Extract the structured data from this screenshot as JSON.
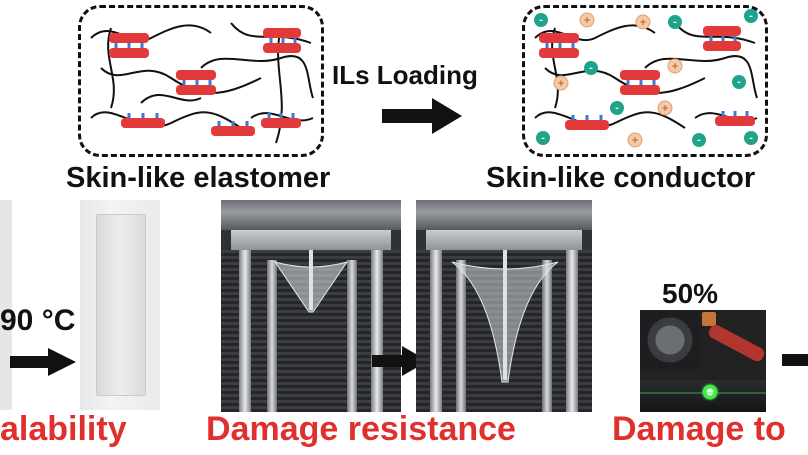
{
  "top": {
    "left_caption": "Skin-like elastomer",
    "right_caption": "Skin-like conductor",
    "arrow_label": "ILs Loading"
  },
  "bottom": {
    "temperature_label": "90 °C",
    "strain_label": "50%",
    "caption_left": "alability",
    "caption_middle": "Damage resistance",
    "caption_right": "Damage to"
  },
  "colors": {
    "caption_red": "#e0302e",
    "chain": "#111111",
    "crosslink_red": "#e23a3a",
    "crosslink_blue": "#3a7bd5",
    "anion_teal": "#1fa38a",
    "cation_orange": "#e0a070"
  }
}
